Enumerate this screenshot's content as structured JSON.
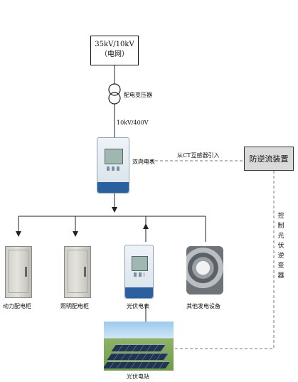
{
  "diagram": {
    "grid": {
      "line1": "35kV/10kV",
      "line2": "（电网）"
    },
    "transformer_label": "配电变压器",
    "voltage_label": "10kV/400V",
    "bidirectional_meter_label": "双向电表",
    "ct_label": "从CT互感器引入",
    "anti_reverse_device": "防逆流装置",
    "control_text": "控制光伏逆变器",
    "loads": [
      {
        "label": "动力配电柜"
      },
      {
        "label": "照明配电柜"
      },
      {
        "label": "光伏电表"
      },
      {
        "label": "其他发电设备"
      }
    ],
    "pv_station_label": "光伏电站"
  }
}
